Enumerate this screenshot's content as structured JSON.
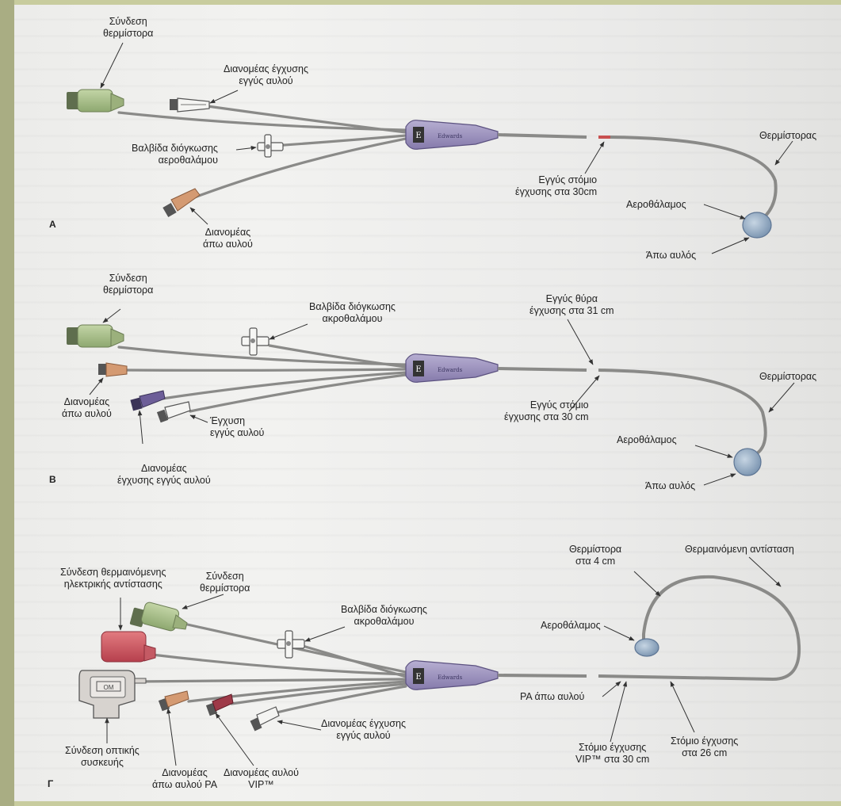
{
  "panels": {
    "a": {
      "letter": "A",
      "thermistor_connector": [
        "Σύνδεση",
        "θερμίστορα"
      ],
      "proximal_hub": [
        "Διανομέας έγχυσης",
        "εγγύς αυλού"
      ],
      "balloon_valve": [
        "Βαλβίδα διόγκωσης",
        "αεροθαλάμου"
      ],
      "distal_hub": [
        "Διανομέας",
        "άπω αυλού"
      ],
      "proximal_port": [
        "Εγγύς στόμιο",
        "έγχυσης στα 30cm"
      ],
      "thermistor": "Θερμίστορας",
      "balloon": "Αεροθάλαμος",
      "distal_lumen": "Άπω αυλός",
      "brand": "Edwards"
    },
    "b": {
      "letter": "B",
      "thermistor_connector": [
        "Σύνδεση",
        "θερμίστορα"
      ],
      "balloon_valve": [
        "Βαλβίδα διόγκωσης",
        "ακροθαλάμου"
      ],
      "distal_hub": [
        "Διανομέας",
        "άπω αυλού"
      ],
      "infusion_proximal": [
        "Έγχυση",
        "εγγύς αυλού"
      ],
      "proximal_infusion_hub": [
        "Διανομέας",
        "έγχυσης εγγύς αυλού"
      ],
      "proximal_door": [
        "Εγγύς θύρα",
        "έγχυσης στα 31 cm"
      ],
      "proximal_port": [
        "Εγγύς στόμιο",
        "έγχυσης στα 30 cm"
      ],
      "thermistor": "Θερμίστορας",
      "balloon": "Αεροθάλαμος",
      "distal_lumen": "Άπω αυλός",
      "brand": "Edwards"
    },
    "c": {
      "letter": "Γ",
      "heated_resistance_connector": [
        "Σύνδεση θερμαινόμενης",
        "ηλεκτρικής αντίστασης"
      ],
      "thermistor_connector": [
        "Σύνδεση",
        "θερμίστορα"
      ],
      "balloon_valve": [
        "Βαλβίδα διόγκωσης",
        "ακροθαλάμου"
      ],
      "optical_connector": [
        "Σύνδεση οπτικής",
        "συσκευής"
      ],
      "distal_pa_hub": [
        "Διανομέας",
        "άπω αυλού PA"
      ],
      "vip_hub": [
        "Διανομέας αυλού",
        "VIP™"
      ],
      "proximal_hub": [
        "Διανομέας έγχυσης",
        "εγγύς αυλού"
      ],
      "thermistor_4cm": [
        "Θερμίστορα",
        "στα 4 cm"
      ],
      "heated_resistance": "Θερμαινόμενη αντίσταση",
      "balloon": "Αεροθάλαμος",
      "pa_distal": "PA άπω αυλού",
      "vip_port": [
        "Στόμιο έγχυσης",
        "VIP™ στα 30 cm"
      ],
      "port_26": [
        "Στόμιο έγχυσης",
        "στα 26 cm"
      ],
      "optical_tag": "OM",
      "brand": "Edwards"
    }
  },
  "colors": {
    "green_connector": "#a9bf8c",
    "distal_hub": "#d49a72",
    "body_purple": "#9a91bd",
    "balloon_blue": "#9fb4cb",
    "red_connector": "#c8505a",
    "vip_red": "#9e3a48",
    "purple_hub": "#6d5e98",
    "tube": "#8a8a88"
  }
}
